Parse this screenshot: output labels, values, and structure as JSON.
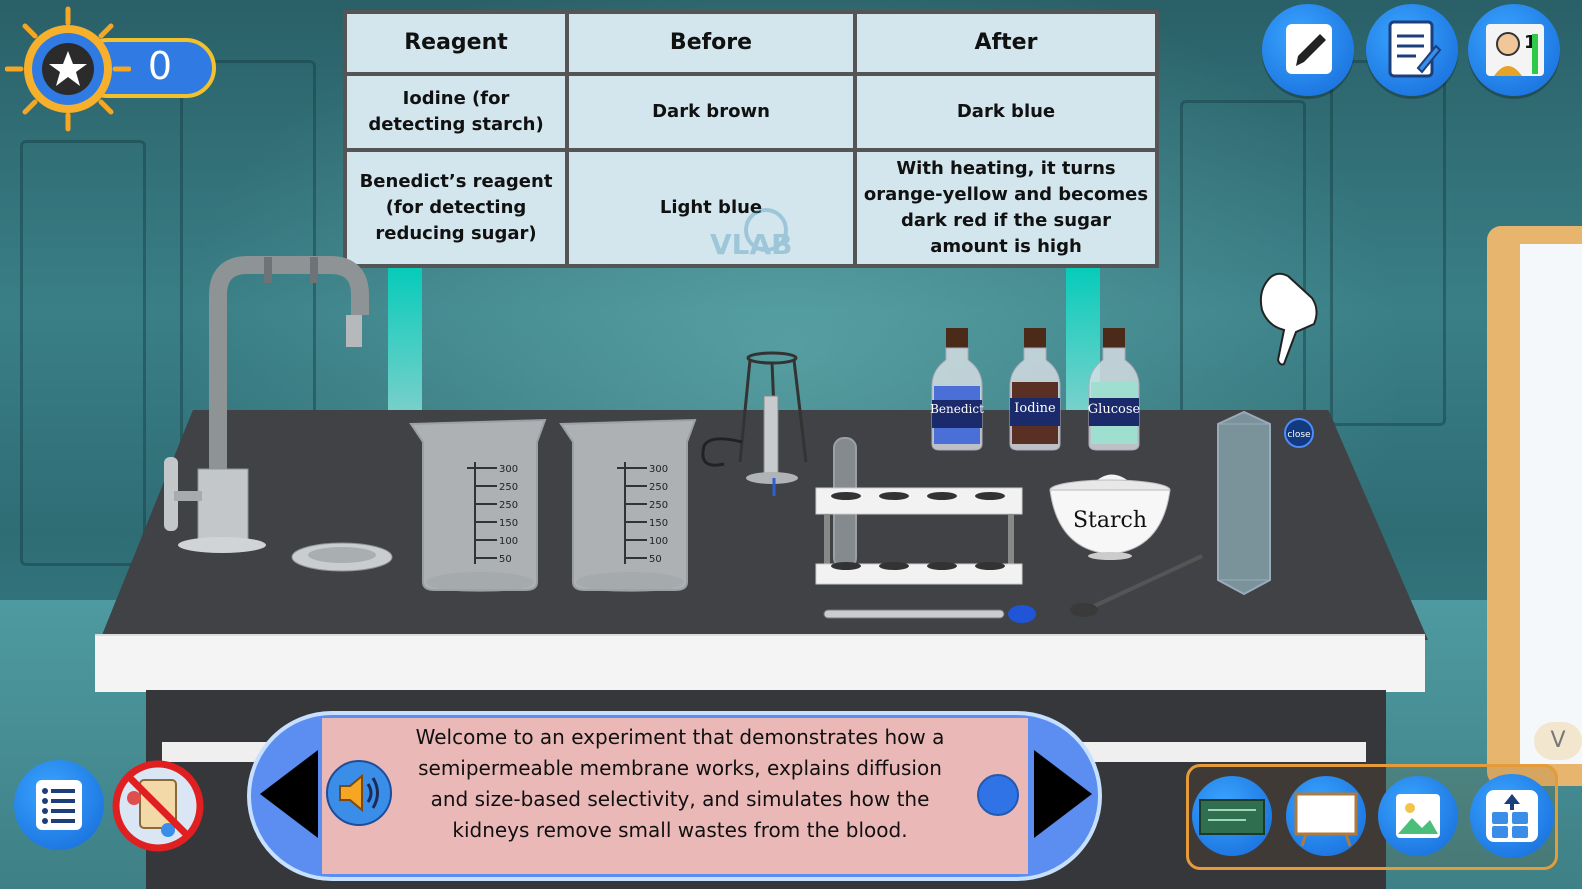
{
  "score": {
    "value": "0"
  },
  "table": {
    "headers": [
      "Reagent",
      "Before",
      "After"
    ],
    "rows": [
      {
        "reagent": "Iodine (for detecting starch)",
        "before": "Dark brown",
        "after": "Dark blue"
      },
      {
        "reagent": "Benedict’s reagent (for detecting reducing sugar)",
        "before": "Light blue",
        "after": "With heating, it turns orange-yellow and becomes dark red if the sugar amount is high"
      }
    ]
  },
  "watermark": {
    "text": "VLAB"
  },
  "beakers": {
    "ticks": [
      "300",
      "250",
      "250",
      "150",
      "100",
      "50"
    ],
    "ticks2": [
      "300",
      "250",
      "250",
      "150",
      "100",
      "50"
    ]
  },
  "bottles": [
    "Benedict",
    "Iodine",
    "Glucose"
  ],
  "bowl": {
    "label": "Starch"
  },
  "close_button": {
    "label": "close"
  },
  "board": {
    "partial_label": "V"
  },
  "dialog": {
    "text": "Welcome to an experiment that demonstrates how a semipermeable membrane works, explains diffusion and size-based selectivity, and simulates how the kidneys remove small wastes from the blood."
  },
  "icons": {
    "top_right": [
      "pencil-icon",
      "notes-icon",
      "professor-icon"
    ],
    "bottom_left": [
      "list-icon",
      "no-clipboard-icon"
    ],
    "tray": [
      "chalkboard-icon",
      "whiteboard-icon",
      "image-icon",
      "apps-upload-icon"
    ]
  },
  "colors": {
    "accent_blue": "#2f7be3",
    "gold": "#f3c12e",
    "dialog_bg": "#ebb8b8",
    "tray_border": "#e69b3a"
  }
}
